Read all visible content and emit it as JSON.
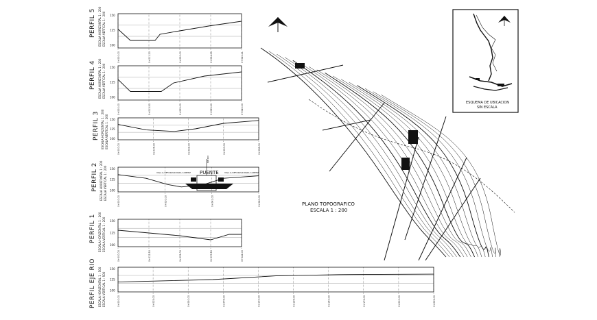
{
  "sheet": {
    "profiles": [
      {
        "id": "perfil-5",
        "title": "PERFIL 5",
        "scale_h": "ESCALA HORIZONTAL 1 : 200",
        "scale_v": "ESCALA VERTICAL 1 : 200",
        "ticks": [
          "150",
          "125",
          "100"
        ],
        "stations": [
          "0+000.00",
          "0+011.20",
          "0+020.00",
          "0+034.55",
          "0+040.21"
        ],
        "ground": [
          [
            0,
            0.45
          ],
          [
            0.1,
            0.78
          ],
          [
            0.3,
            0.78
          ],
          [
            0.34,
            0.6
          ],
          [
            0.5,
            0.5
          ],
          [
            0.75,
            0.35
          ],
          [
            1,
            0.22
          ]
        ]
      },
      {
        "id": "perfil-4",
        "title": "PERFIL 4",
        "scale_h": "ESCALA HORIZONTAL 1 : 200",
        "scale_v": "ESCALA VERTICAL 1 : 200",
        "ticks": [
          "150",
          "125",
          "100"
        ],
        "stations": [
          "0+000.00",
          "0+013.50",
          "0+025.00",
          "0+035.20",
          "0+040.00"
        ],
        "ground": [
          [
            0,
            0.4
          ],
          [
            0.1,
            0.75
          ],
          [
            0.35,
            0.75
          ],
          [
            0.45,
            0.5
          ],
          [
            0.7,
            0.3
          ],
          [
            1,
            0.18
          ]
        ]
      },
      {
        "id": "perfil-3",
        "title": "PERFIL 3",
        "scale_h": "ESCALA HORIZONTAL 1 : 200",
        "scale_v": "ESCALA VERTICAL 1 : 200",
        "ticks": [
          "150",
          "125",
          "100"
        ],
        "stations": [
          "0+000.00",
          "0+015.00",
          "0+032.00",
          "0+050.00",
          "0+058.00"
        ],
        "ground": [
          [
            0,
            0.3
          ],
          [
            0.2,
            0.55
          ],
          [
            0.4,
            0.62
          ],
          [
            0.55,
            0.5
          ],
          [
            0.75,
            0.25
          ],
          [
            1,
            0.12
          ]
        ]
      },
      {
        "id": "perfil-2",
        "title": "PERFIL 2",
        "scale_h": "ESCALA HORIZONTAL 1 : 200",
        "scale_v": "ESCALA VERTICAL 1 : 200",
        "ticks": [
          "150",
          "125",
          "100"
        ],
        "stations": [
          "0+000.00",
          "0+020.00",
          "0+041.00",
          "0+060.00"
        ],
        "ground": [
          [
            0,
            0.3
          ],
          [
            0.2,
            0.45
          ],
          [
            0.35,
            0.7
          ],
          [
            0.45,
            0.8
          ],
          [
            0.6,
            0.72
          ],
          [
            0.75,
            0.45
          ],
          [
            1,
            0.35
          ]
        ],
        "bridge_label": "PUENTE",
        "note_left": "VIGA & REFORZAR PARA CAMPEZ",
        "note_right": "VIGA & REFORZAR PARA CAMPEZ",
        "axis_label": "EJE RIO"
      },
      {
        "id": "perfil-1",
        "title": "PERFIL 1",
        "scale_h": "ESCALA HORIZONTAL 1 : 200",
        "scale_v": "ESCALA VERTICAL 1 : 200",
        "ticks": [
          "150",
          "125",
          "100"
        ],
        "stations": [
          "0+000.00",
          "0+012.50",
          "0+025.00",
          "0+037.80",
          "0+042.00"
        ],
        "ground": [
          [
            0,
            0.4
          ],
          [
            0.25,
            0.5
          ],
          [
            0.5,
            0.6
          ],
          [
            0.75,
            0.75
          ],
          [
            0.9,
            0.55
          ],
          [
            1,
            0.55
          ]
        ]
      }
    ],
    "river_profile": {
      "title": "PERFIL EJE RIO",
      "scale_h": "ESCALA HORIZONTAL 1 : 500",
      "scale_v": "ESCALA VERTICAL 1 : 500",
      "ticks": [
        "150",
        "125",
        "100"
      ],
      "stations": [
        "0+000.00",
        "0+025.00",
        "0+050.00",
        "0+075.00",
        "0+100.00",
        "0+125.00",
        "0+150.00",
        "0+175.00",
        "0+200.00",
        "0+225.00"
      ],
      "ground": [
        [
          0,
          0.6
        ],
        [
          0.3,
          0.5
        ],
        [
          0.5,
          0.35
        ],
        [
          0.7,
          0.3
        ],
        [
          1,
          0.28
        ]
      ]
    },
    "plan": {
      "title_line1": "PLANO TOPOGRAFICO",
      "title_line2": "ESCALA 1 : 200"
    },
    "location": {
      "title_line1": "ESQUEMA DE UBICACION",
      "title_line2": "SIN ESCALA"
    },
    "north_icon": "north-arrow-icon"
  }
}
